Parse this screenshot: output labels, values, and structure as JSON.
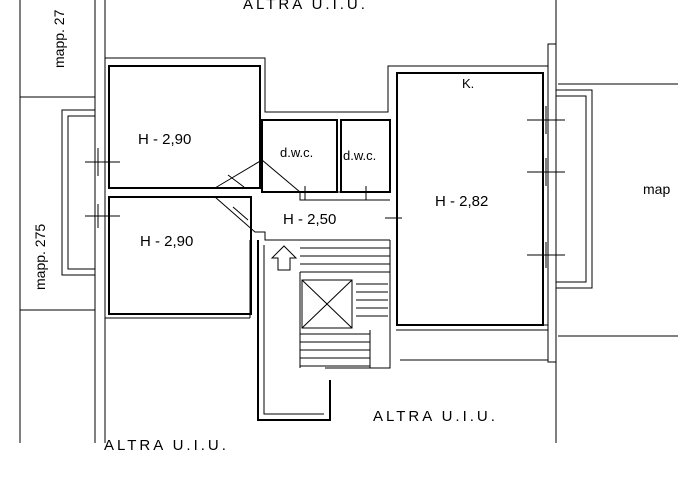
{
  "plan": {
    "neighbors": {
      "top": "ALTRA U.I.U.",
      "bottom_right": "ALTRA U.I.U.",
      "bottom_left": "ALTRA U.I.U."
    },
    "parcels": {
      "top_left": "mapp. 27",
      "left": "mapp. 275",
      "right": "map"
    },
    "rooms": {
      "upper_left": "H - 2,90",
      "lower_left": "H - 2,90",
      "hall": "H - 2,50",
      "large_right": "H - 2,82",
      "wc_1": "d.w.c.",
      "wc_2": "d.w.c.",
      "kitchen": "K."
    }
  }
}
